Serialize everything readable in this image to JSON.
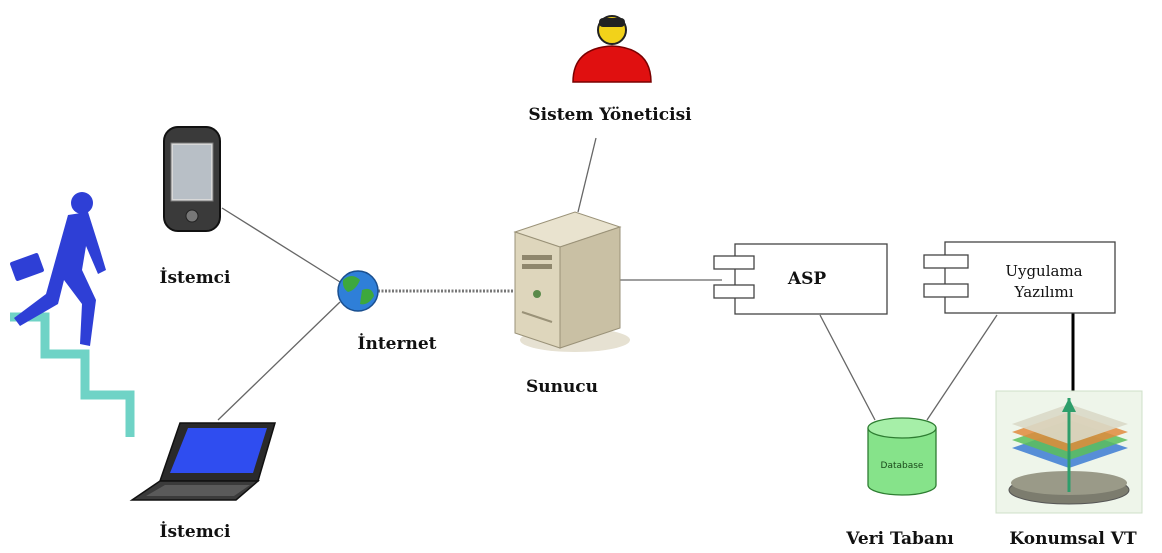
{
  "labels": {
    "admin": "Sistem Yöneticisi",
    "client_top": "İstemci",
    "client_bottom": "İstemci",
    "internet": "İnternet",
    "server": "Sunucu",
    "asp": "ASP",
    "app_line1": "Uygulama",
    "app_line2": "Yazılımı",
    "db_inner": "Database",
    "db_caption": "Veri Tabanı",
    "spatial_caption": "Konumsal VT"
  },
  "colors": {
    "admin_red": "#e01010",
    "admin_head": "#f2d21a",
    "walker_blue": "#2e3fd6",
    "stairs_teal": "#6fd3c6",
    "db_green": "#86e38a",
    "line_gray": "#555555"
  },
  "icons": [
    "admin-person-icon",
    "pda-icon",
    "laptop-icon",
    "globe-icon",
    "server-tower-icon",
    "walking-person-icon",
    "stairs-icon",
    "database-cylinder-icon",
    "spatial-layers-icon"
  ]
}
